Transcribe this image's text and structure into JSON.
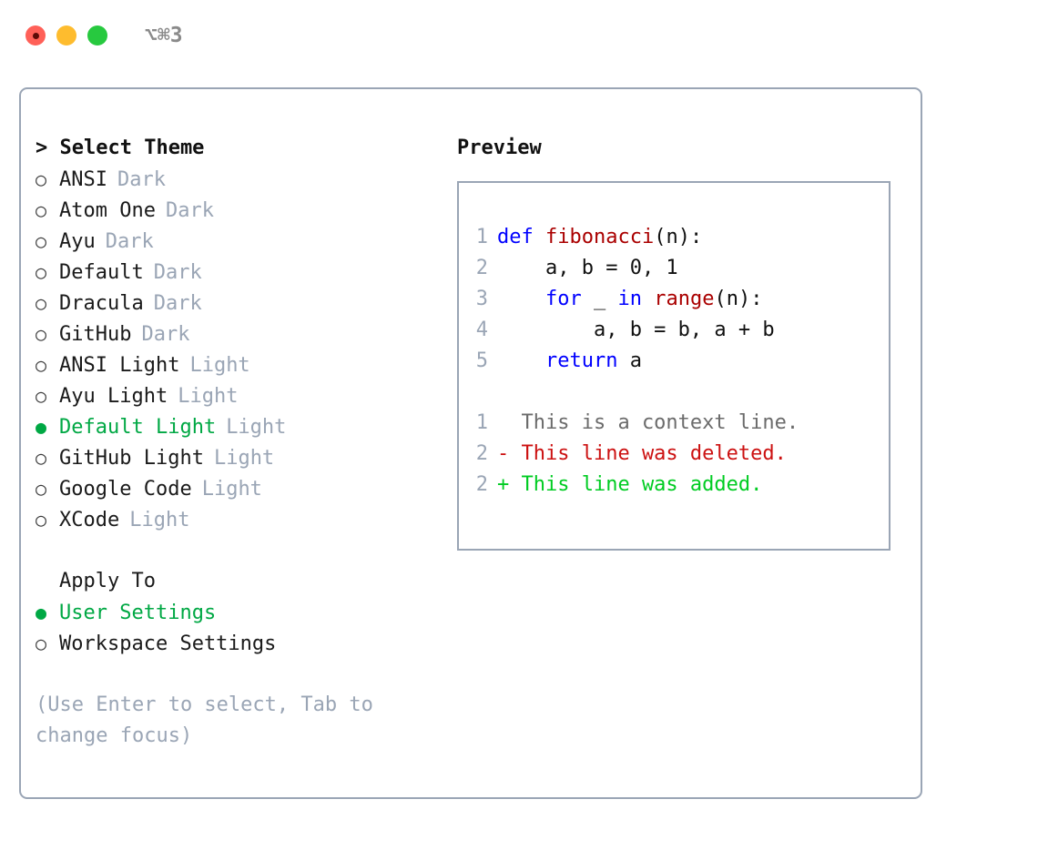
{
  "titlebar": {
    "shortcut": "⌥⌘3",
    "buttons": [
      {
        "name": "close",
        "color": "#ff6058",
        "recording": true
      },
      {
        "name": "minimize",
        "color": "#febc2e",
        "recording": false
      },
      {
        "name": "maximize",
        "color": "#27c93f",
        "recording": false
      }
    ]
  },
  "colors": {
    "selected_green": "#00a844",
    "muted": "#9aa5b5",
    "border": "#9aa5b5",
    "keyword_blue": "#0000ff",
    "function_red": "#aa0000",
    "diff_delete": "#cc1111",
    "diff_add": "#00cc22"
  },
  "theme_panel": {
    "header": "> Select Theme",
    "markers": {
      "unselected": "○",
      "selected": "●"
    },
    "items": [
      {
        "label": "ANSI",
        "tag": "Dark",
        "selected": false
      },
      {
        "label": "Atom One",
        "tag": "Dark",
        "selected": false
      },
      {
        "label": "Ayu",
        "tag": "Dark",
        "selected": false
      },
      {
        "label": "Default",
        "tag": "Dark",
        "selected": false
      },
      {
        "label": "Dracula",
        "tag": "Dark",
        "selected": false
      },
      {
        "label": "GitHub",
        "tag": "Dark",
        "selected": false
      },
      {
        "label": "ANSI Light",
        "tag": "Light",
        "selected": false
      },
      {
        "label": "Ayu Light",
        "tag": "Light",
        "selected": false
      },
      {
        "label": "Default Light",
        "tag": "Light",
        "selected": true
      },
      {
        "label": "GitHub Light",
        "tag": "Light",
        "selected": false
      },
      {
        "label": "Google Code",
        "tag": "Light",
        "selected": false
      },
      {
        "label": "XCode",
        "tag": "Light",
        "selected": false
      }
    ]
  },
  "apply_to": {
    "header": "Apply To",
    "items": [
      {
        "label": "User Settings",
        "selected": true
      },
      {
        "label": "Workspace Settings",
        "selected": false
      }
    ]
  },
  "hint": "(Use Enter to select, Tab to change focus)",
  "preview": {
    "title": "Preview",
    "code_lines": [
      {
        "num": "1",
        "tokens": [
          {
            "t": "def ",
            "c": "kw"
          },
          {
            "t": "fibonacci",
            "c": "fn"
          },
          {
            "t": "(n):",
            "c": "plain"
          }
        ]
      },
      {
        "num": "2",
        "tokens": [
          {
            "t": "    a, b = 0, 1",
            "c": "plain"
          }
        ]
      },
      {
        "num": "3",
        "tokens": [
          {
            "t": "    ",
            "c": "plain"
          },
          {
            "t": "for",
            "c": "kw"
          },
          {
            "t": " _ ",
            "c": "plain"
          },
          {
            "t": "in ",
            "c": "kw"
          },
          {
            "t": "range",
            "c": "fn"
          },
          {
            "t": "(n):",
            "c": "plain"
          }
        ]
      },
      {
        "num": "4",
        "tokens": [
          {
            "t": "        a, b = b, a + b",
            "c": "plain"
          }
        ]
      },
      {
        "num": "5",
        "tokens": [
          {
            "t": "    ",
            "c": "plain"
          },
          {
            "t": "return",
            "c": "kw"
          },
          {
            "t": " a",
            "c": "plain"
          }
        ]
      }
    ],
    "diff_lines": [
      {
        "num": "1",
        "text": "  This is a context line.",
        "kind": "diff-ctx"
      },
      {
        "num": "2",
        "text": "- This line was deleted.",
        "kind": "diff-del"
      },
      {
        "num": "2",
        "text": "+ This line was added.",
        "kind": "diff-add"
      }
    ]
  }
}
